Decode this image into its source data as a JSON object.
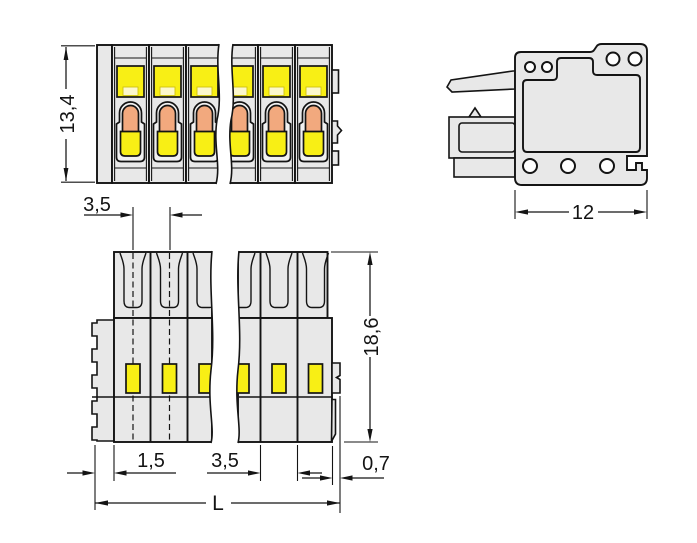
{
  "drawing": {
    "kind": "connector-dimension-drawing"
  },
  "dimensions": {
    "front_height": "13,4",
    "pitch_top": "3,5",
    "side_width": "12",
    "body_depth": "18,6",
    "left_margin": "1,5",
    "pitch_bottom": "3,5",
    "right_margin": "0,7",
    "overall_length": "L"
  },
  "colors": {
    "background": "#ffffff",
    "body_gray": "#e8e8e8",
    "clamp_ring_gray": "#f1f1f1",
    "button_yellow": "#f8ef15",
    "pale_yellow": "#fcf8cc",
    "contact_salmon": "#f2a97e",
    "line_black": "#141414"
  }
}
